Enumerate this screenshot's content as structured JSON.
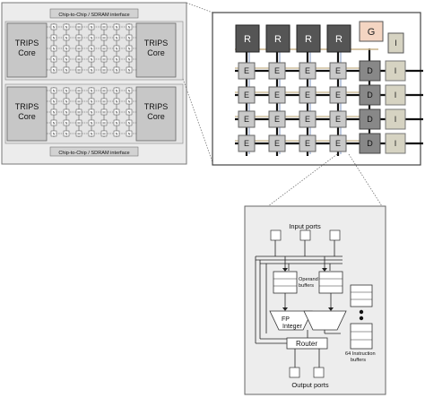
{
  "chip": {
    "bus_label_top": "Chip-to-Chip / SDRAM interface",
    "bus_label_bottom": "Chip-to-Chip / SDRAM interface",
    "core_name_line1": "TRIPS",
    "core_name_line2": "Core",
    "router_glyph": "N",
    "router_glyph_alt": "M"
  },
  "core_array": {
    "r_label": "R",
    "g_label": "G",
    "i_label": "I",
    "e_label": "E",
    "d_label": "D"
  },
  "e_tile": {
    "input_ports": "Input ports",
    "operand_buffers_line1": "Operand",
    "operand_buffers_line2": "buffers",
    "fp_label": "FP",
    "integer_label": "Integer",
    "router_label": "Router",
    "instruction_buffers_line1": "64 Instruction",
    "instruction_buffers_line2": "buffers",
    "output_ports": "Output ports"
  }
}
